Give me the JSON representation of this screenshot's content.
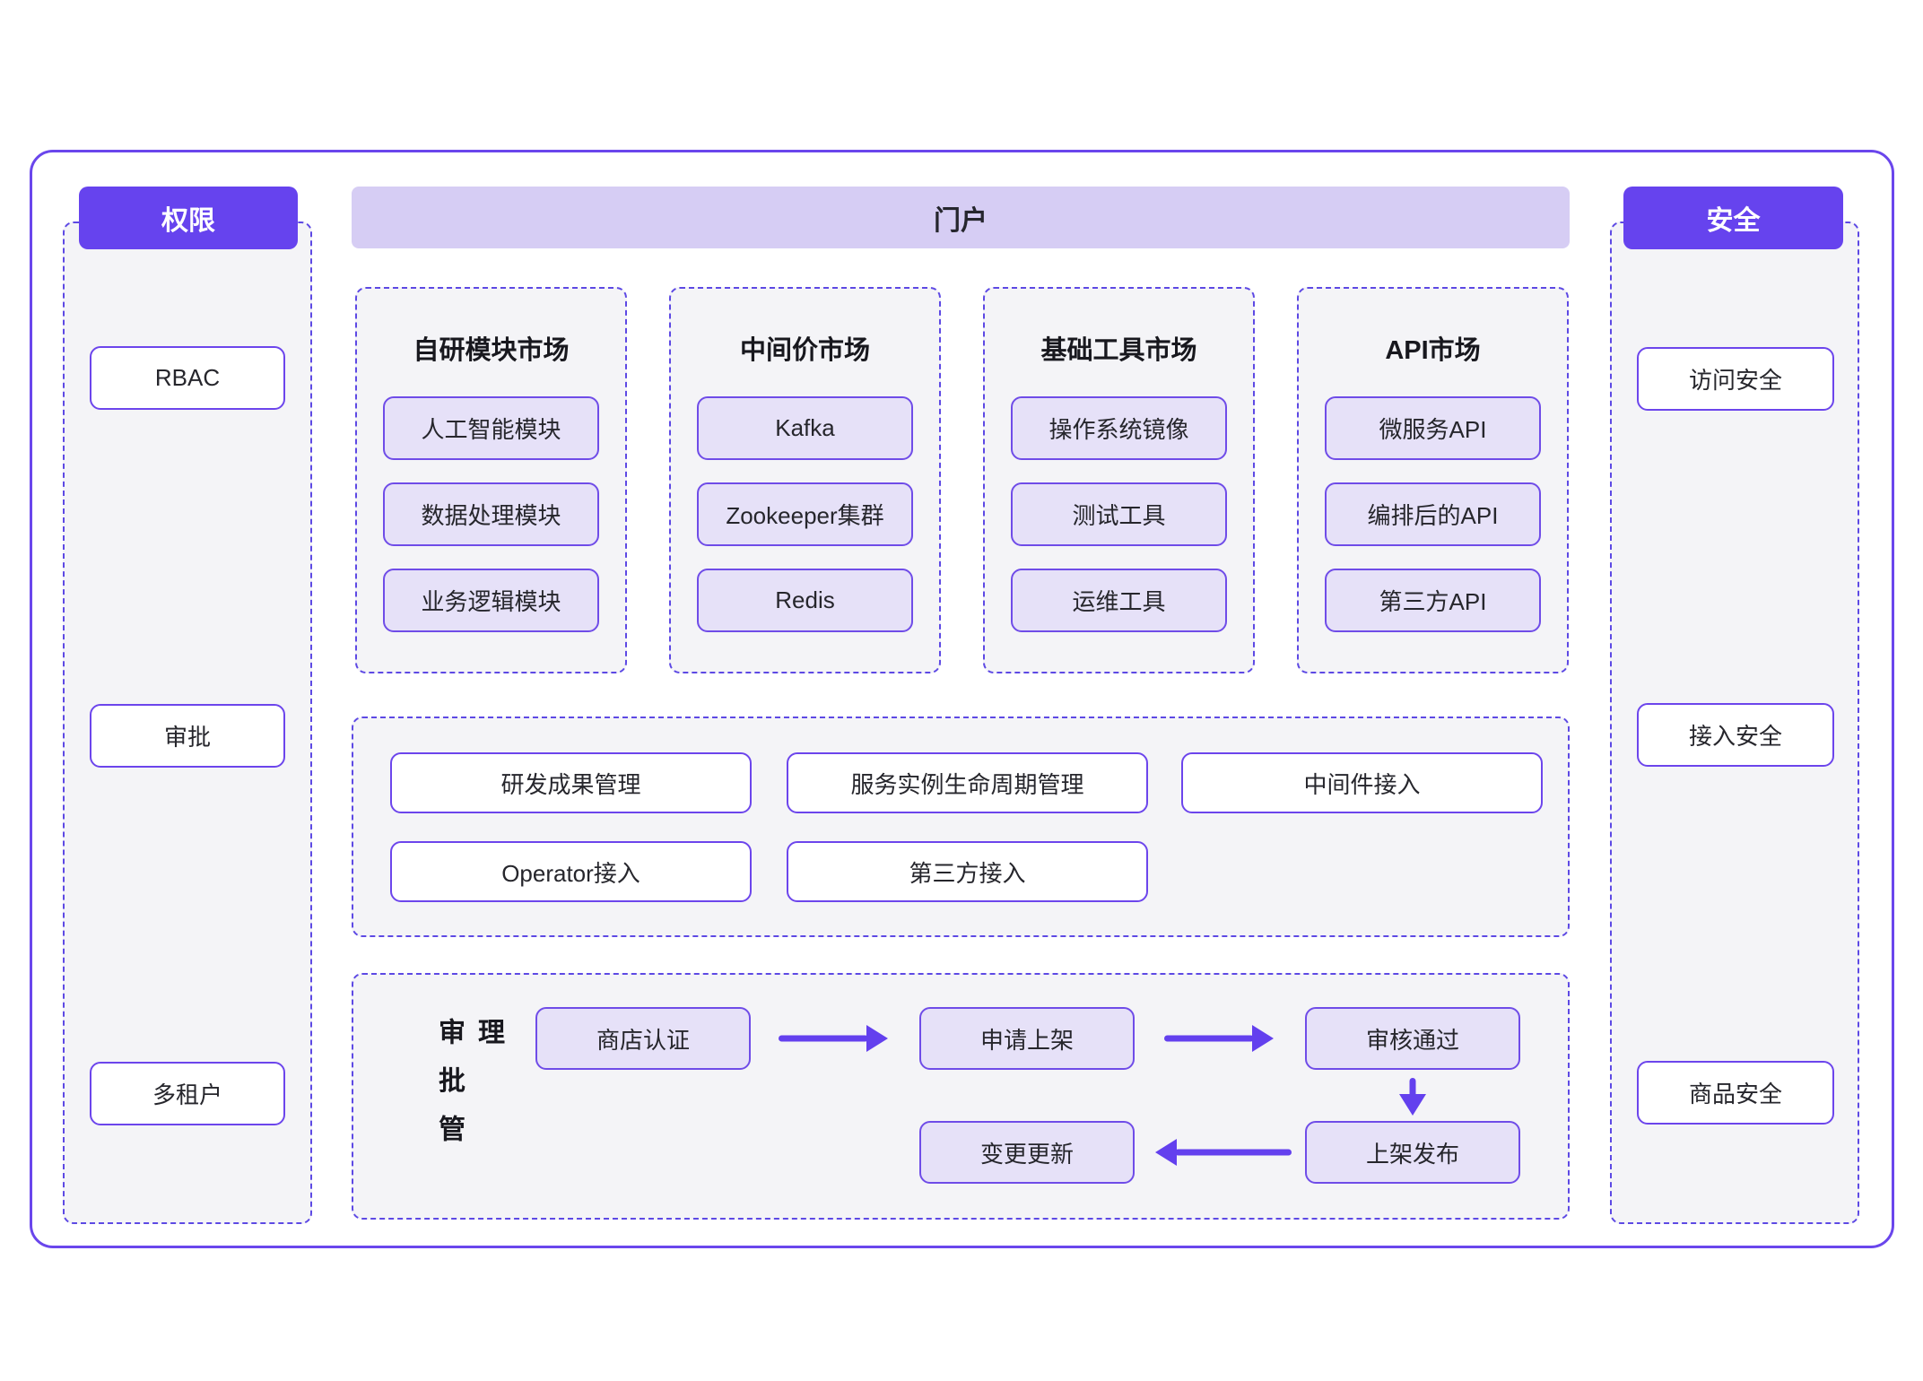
{
  "palette": {
    "accent_purple": "#6643ee",
    "box_border_purple": "#6c45ec",
    "dashed_border_purple": "#5d49e4",
    "banner_bg": "#d6cdf4",
    "lavender_box_bg": "#e6e1f8",
    "panel_bg": "#f4f4f7",
    "text_dark": "#1e1e24"
  },
  "left_panel": {
    "title": "权限",
    "items": [
      {
        "label": "RBAC"
      },
      {
        "label": "审批"
      },
      {
        "label": "多租户"
      }
    ]
  },
  "portal_banner": {
    "title": "门户"
  },
  "markets": [
    {
      "title": "自研模块市场",
      "items": [
        {
          "label": "人工智能模块"
        },
        {
          "label": "数据处理模块"
        },
        {
          "label": "业务逻辑模块"
        }
      ]
    },
    {
      "title": "中间价市场",
      "items": [
        {
          "label": "Kafka"
        },
        {
          "label": "Zookeeper集群"
        },
        {
          "label": "Redis"
        }
      ]
    },
    {
      "title": "基础工具市场",
      "items": [
        {
          "label": "操作系统镜像"
        },
        {
          "label": "测试工具"
        },
        {
          "label": "运维工具"
        }
      ]
    },
    {
      "title": "API市场",
      "items": [
        {
          "label": "微服务API"
        },
        {
          "label": "编排后的API"
        },
        {
          "label": "第三方API"
        }
      ]
    }
  ],
  "management": {
    "items": [
      {
        "label": "研发成果管理"
      },
      {
        "label": "服务实例生命周期管理"
      },
      {
        "label": "中间件接入"
      },
      {
        "label": "Operator接入"
      },
      {
        "label": "第三方接入"
      }
    ]
  },
  "approval": {
    "label": "审批管理",
    "steps": [
      {
        "label": "商店认证"
      },
      {
        "label": "申请上架"
      },
      {
        "label": "审核通过"
      },
      {
        "label": "上架发布"
      },
      {
        "label": "变更更新"
      }
    ]
  },
  "right_panel": {
    "title": "安全",
    "items": [
      {
        "label": "访问安全"
      },
      {
        "label": "接入安全"
      },
      {
        "label": "商品安全"
      }
    ]
  }
}
